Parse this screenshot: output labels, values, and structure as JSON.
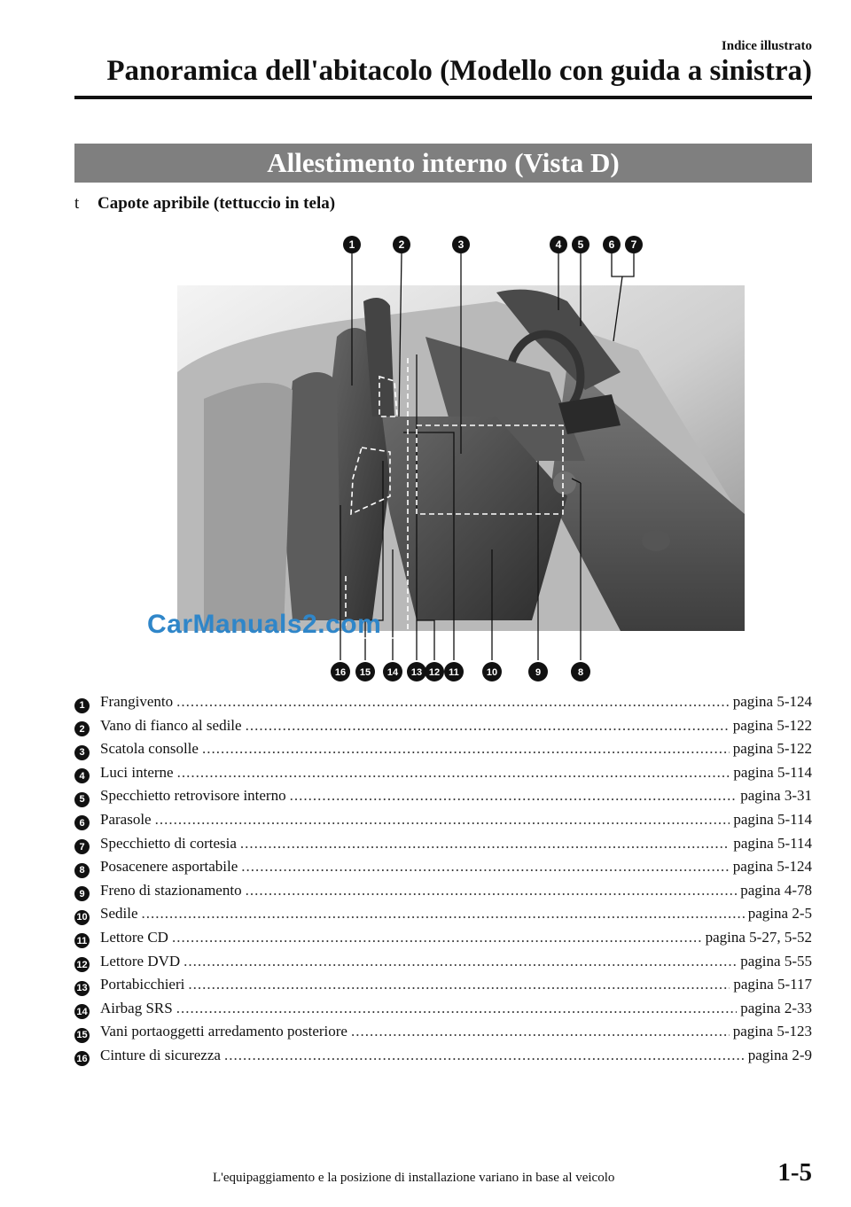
{
  "header": {
    "section": "Indice illustrato",
    "title": "Panoramica dell'abitacolo (Modello con guida a sinistra)"
  },
  "banner": "Allestimento interno (Vista D)",
  "subheading": {
    "bullet": "t",
    "text": "Capote apribile (tettuccio in tela)"
  },
  "figure": {
    "watermark": "CarManuals2.com",
    "callouts_top": [
      "1",
      "2",
      "3",
      "4",
      "5",
      "6",
      "7"
    ],
    "callouts_bottom": [
      "16",
      "15",
      "14",
      "13",
      "12",
      "11",
      "10",
      "9",
      "8"
    ]
  },
  "legend": [
    {
      "num": "1",
      "label": "Frangivento",
      "page": "pagina 5-124"
    },
    {
      "num": "2",
      "label": "Vano di fianco al sedile",
      "page": "pagina 5-122"
    },
    {
      "num": "3",
      "label": "Scatola consolle",
      "page": "pagina 5-122"
    },
    {
      "num": "4",
      "label": "Luci interne",
      "page": "pagina 5-114"
    },
    {
      "num": "5",
      "label": "Specchietto retrovisore interno",
      "page": "pagina 3-31"
    },
    {
      "num": "6",
      "label": "Parasole",
      "page": "pagina 5-114"
    },
    {
      "num": "7",
      "label": "Specchietto di cortesia",
      "page": "pagina 5-114"
    },
    {
      "num": "8",
      "label": "Posacenere asportabile",
      "page": "pagina 5-124"
    },
    {
      "num": "9",
      "label": "Freno di stazionamento",
      "page": "pagina 4-78"
    },
    {
      "num": "10",
      "label": "Sedile",
      "page": "pagina 2-5"
    },
    {
      "num": "11",
      "label": "Lettore CD",
      "page": "pagina 5-27, 5-52"
    },
    {
      "num": "12",
      "label": "Lettore DVD",
      "page": "pagina 5-55"
    },
    {
      "num": "13",
      "label": "Portabicchieri",
      "page": "pagina 5-117"
    },
    {
      "num": "14",
      "label": "Airbag SRS",
      "page": "pagina 2-33"
    },
    {
      "num": "15",
      "label": "Vani portaoggetti arredamento posteriore",
      "page": "pagina 5-123"
    },
    {
      "num": "16",
      "label": "Cinture di sicurezza",
      "page": "pagina 2-9"
    }
  ],
  "footer": {
    "note": "L'equipaggiamento e la posizione di installazione variano in base al veicolo",
    "page_number": "1-5"
  }
}
